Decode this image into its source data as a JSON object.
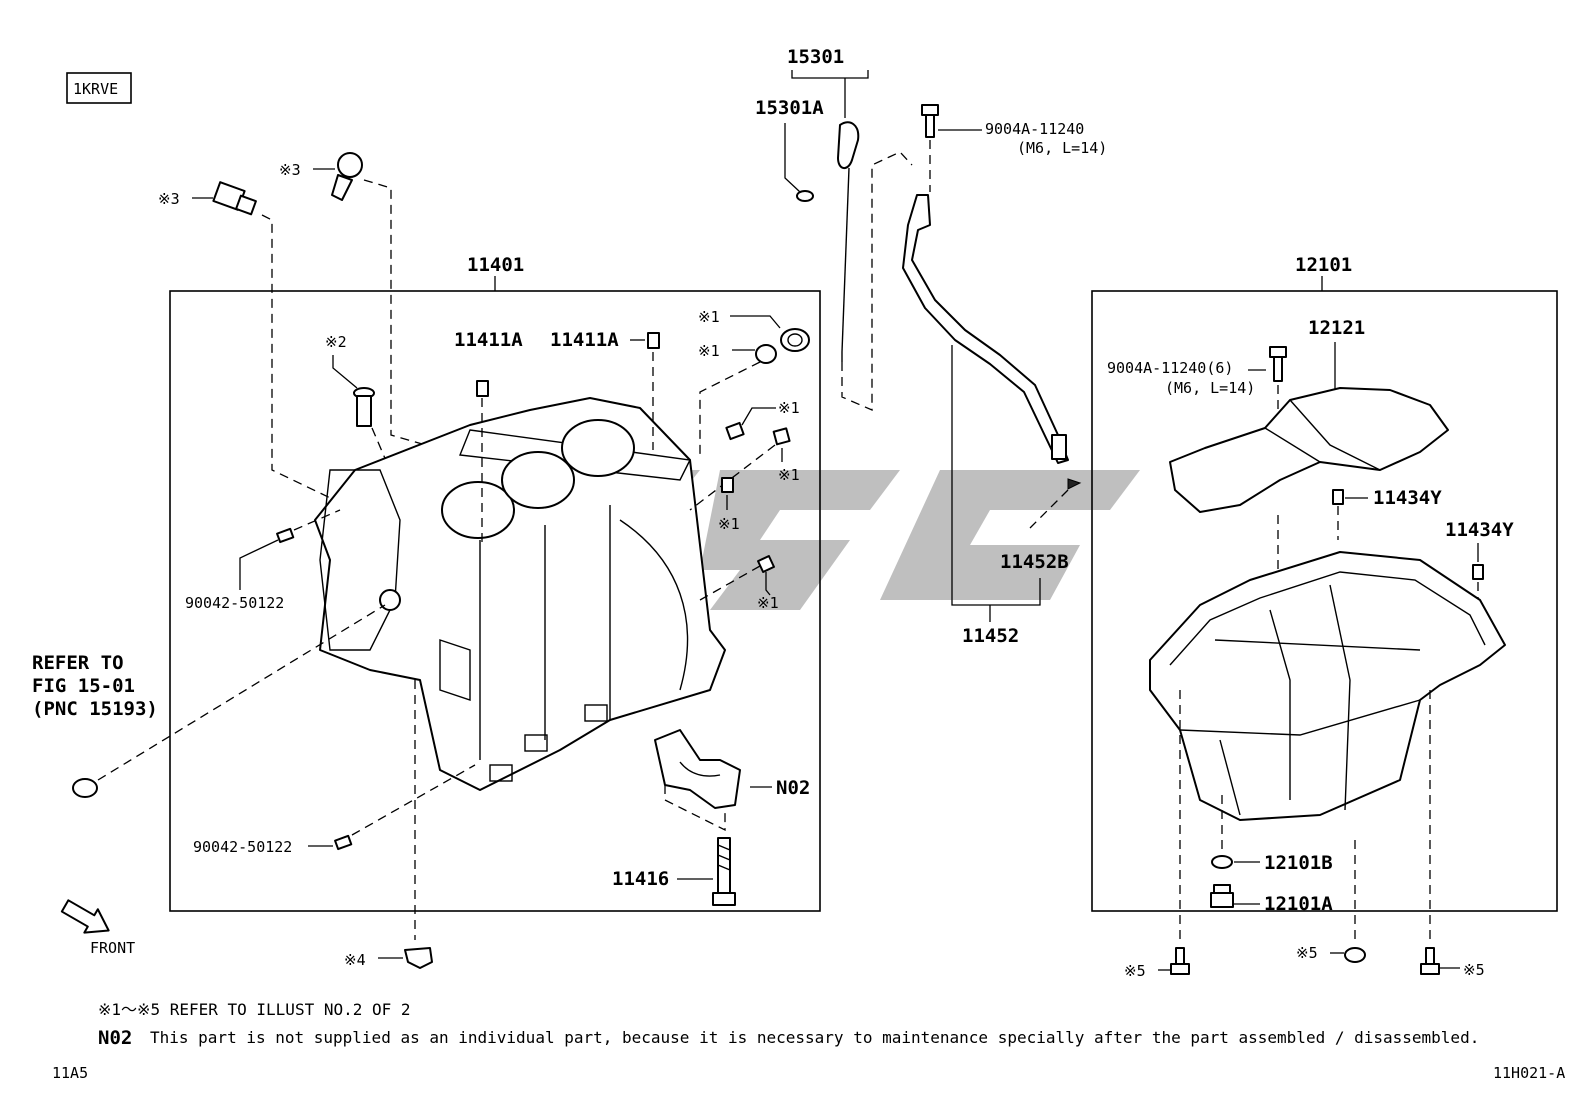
{
  "engine_code": "1KRVE",
  "labels": {
    "p15301": "15301",
    "p15301A": "15301A",
    "bolt_top": "9004A-11240",
    "bolt_top_spec": "(M6, L=14)",
    "p11401": "11401",
    "p12101": "12101",
    "p12121": "12121",
    "bolt_pan": "9004A-11240(6)",
    "bolt_pan_spec": "(M6, L=14)",
    "p11434Y_a": "11434Y",
    "p11434Y_b": "11434Y",
    "p11411A_a": "11411A",
    "p11411A_b": "11411A",
    "p11452B": "11452B",
    "p11452": "11452",
    "p90042_a": "90042-50122",
    "p90042_b": "90042-50122",
    "pN02": "N02",
    "p11416": "11416",
    "p12101B": "12101B",
    "p12101A": "12101A",
    "ref_1": "※1",
    "ref_2": "※2",
    "ref_3": "※3",
    "ref_4": "※4",
    "ref_5": "※5"
  },
  "refer": {
    "line1": "REFER TO",
    "line2": "FIG 15-01",
    "line3": "(PNC 15193)"
  },
  "front_label": "FRONT",
  "notes": {
    "note1": "※1～※5 REFER TO ILLUST NO.2 OF 2",
    "n02_code": "N02",
    "n02_text": "This part is not supplied as an individual part, because it is necessary to maintenance specially after the part assembled / disassembled."
  },
  "footer": {
    "left": "11A5",
    "right": "11H021-A"
  }
}
